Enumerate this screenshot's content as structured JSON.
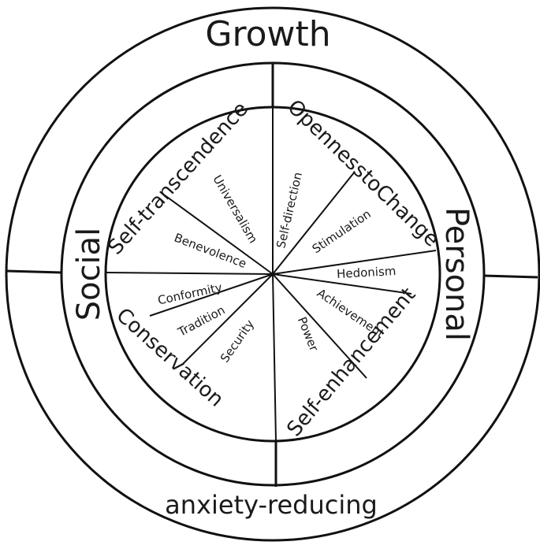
{
  "outer_labels": {
    "top": "Growth",
    "bottom": "anxiety-reducing",
    "left": "Social",
    "right": "Personal"
  },
  "quadrants": {
    "top_left": "Self-transcendence",
    "top_right": "OpennesstoChange",
    "bottom_left": "Conservation",
    "bottom_right": "Self-enhancement"
  },
  "values": {
    "universalism": "Universalism",
    "benevolence": "Benevolence",
    "conformity": "Conformity",
    "tradition": "Tradition",
    "security": "Security",
    "power": "Power",
    "achievement": "Achievement",
    "hedonism": "Hedonism",
    "stimulation": "Stimulation",
    "self_direction": "Self-direction"
  }
}
